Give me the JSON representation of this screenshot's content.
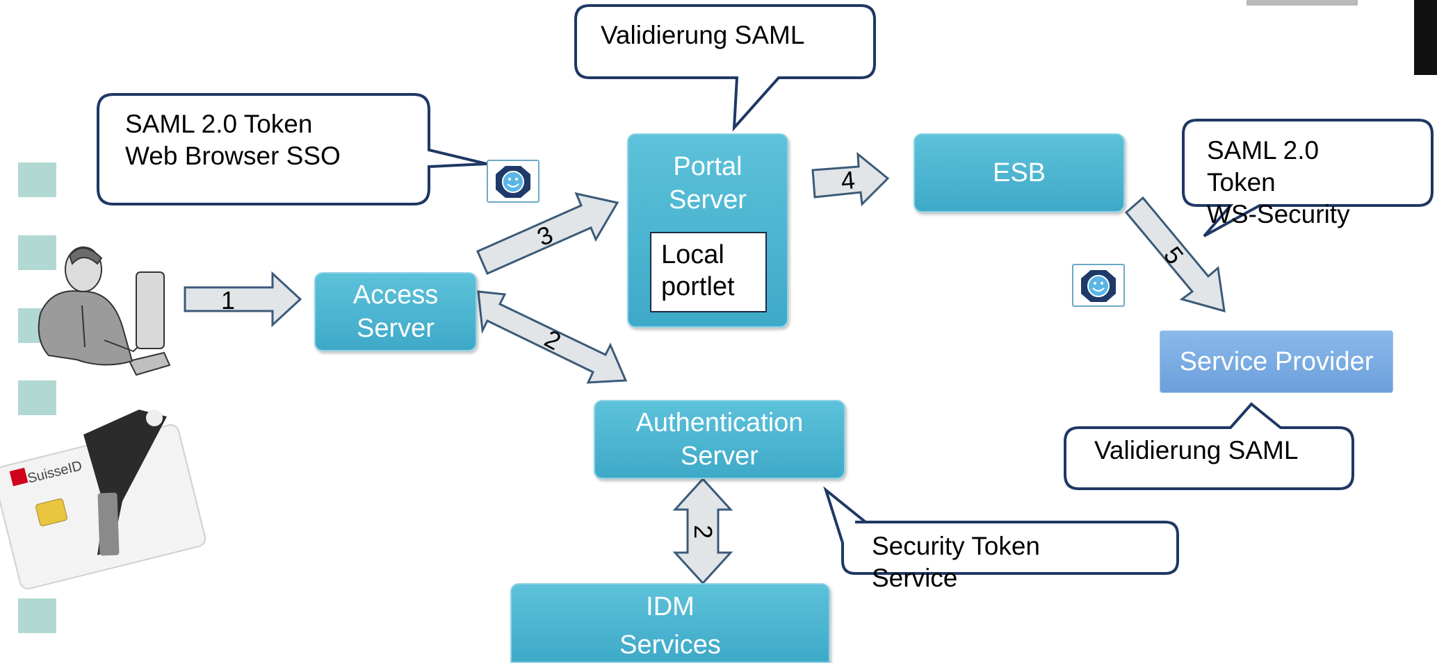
{
  "callouts": {
    "top_validation": "Validierung SAML",
    "browser_sso_line1": "SAML 2.0 Token",
    "browser_sso_line2": "Web Browser SSO",
    "ws_line1": "SAML 2.0",
    "ws_line2": "Token",
    "ws_line3": "WS-Security",
    "sp_validation": "Validierung SAML",
    "sts_line1": "Security Token",
    "sts_line2": "Service"
  },
  "nodes": {
    "portal_line1": "Portal",
    "portal_line2": "Server",
    "local_line1": "Local",
    "local_line2": "portlet",
    "esb": "ESB",
    "access_line1": "Access",
    "access_line2": "Server",
    "auth_line1": "Authentication",
    "auth_line2": "Server",
    "idm_line1": "IDM",
    "idm_line2": "Services",
    "service_provider": "Service Provider"
  },
  "arrows": {
    "a1": "1",
    "a2": "2",
    "a2b": "2",
    "a3": "3",
    "a4": "4",
    "a5": "5"
  },
  "colors": {
    "node": "#4db8d5",
    "service_provider": "#7aaee3",
    "arrow_fill": "#e1e5e8",
    "callout_border": "#1f3864",
    "decor_square": "#b2d8d3"
  },
  "icons": [
    "user-at-computer-illustration",
    "suisseid-card-illustration",
    "saml-token-icon"
  ]
}
